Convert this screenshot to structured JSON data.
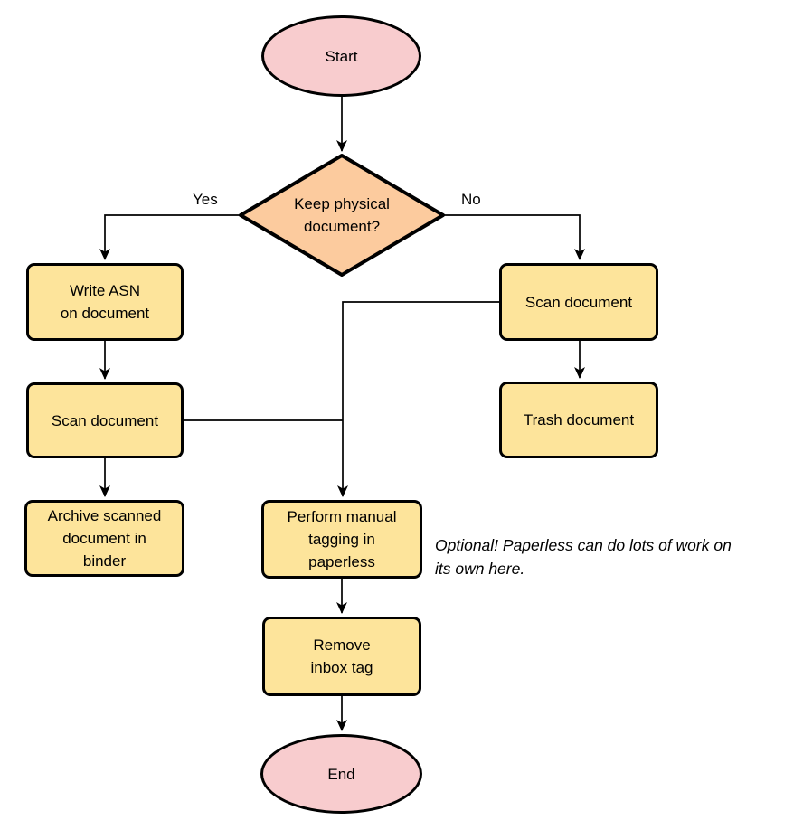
{
  "diagram": {
    "type": "flowchart",
    "colors": {
      "terminal_pink": "#F8CCCE",
      "decision_orange": "#FCCB9E",
      "process_yellow": "#FDE49B",
      "stroke": "#000000"
    },
    "nodes": {
      "start": {
        "label": "Start",
        "shape": "ellipse"
      },
      "decision": {
        "label": "Keep physical\ndocument?",
        "shape": "diamond"
      },
      "write_asn": {
        "label": "Write ASN\non document",
        "shape": "process"
      },
      "scan_left": {
        "label": "Scan document",
        "shape": "process"
      },
      "archive": {
        "label": "Archive scanned\ndocument in\nbinder",
        "shape": "process"
      },
      "scan_right": {
        "label": "Scan document",
        "shape": "process"
      },
      "trash": {
        "label": "Trash document",
        "shape": "process"
      },
      "perform": {
        "label": "Perform manual\ntagging in\npaperless",
        "shape": "process"
      },
      "remove": {
        "label": "Remove\ninbox tag",
        "shape": "process"
      },
      "end": {
        "label": "End",
        "shape": "ellipse"
      }
    },
    "edge_labels": {
      "yes": "Yes",
      "no": "No"
    },
    "edges": [
      "Start -> Keep physical document?",
      "Keep physical document? -Yes-> Write ASN on document",
      "Keep physical document? -No-> Scan document (right)",
      "Write ASN on document -> Scan document (left)",
      "Scan document (left) -> Archive scanned document in binder",
      "Scan document (left) -> Perform manual tagging in paperless",
      "Scan document (right) -> Trash document",
      "Scan document (right) -> Perform manual tagging in paperless",
      "Perform manual tagging in paperless -> Remove inbox tag",
      "Remove inbox tag -> End"
    ],
    "annotation": "Optional! Paperless can do lots of work on\nits own here."
  }
}
